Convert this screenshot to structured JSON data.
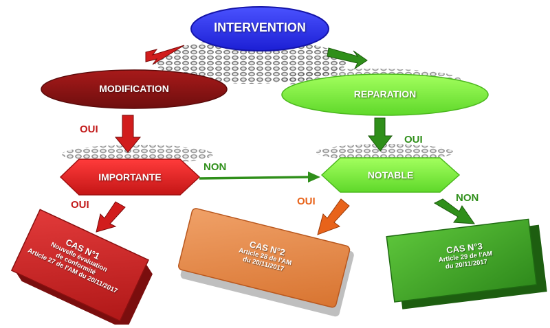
{
  "nodes": {
    "intervention": {
      "label": "INTERVENTION"
    },
    "modification": {
      "label": "MODIFICATION"
    },
    "reparation": {
      "label": "REPARATION"
    },
    "importante": {
      "label": "IMPORTANTE"
    },
    "notable": {
      "label": "NOTABLE"
    }
  },
  "edges": {
    "modification_importante": "OUI",
    "reparation_notable": "OUI",
    "importante_notable": "NON",
    "importante_cas1": "OUI",
    "notable_cas2": "OUI",
    "notable_cas3": "NON"
  },
  "cases": {
    "cas1": {
      "title": "CAS N°1",
      "lines": [
        "Nouvelle évaluation",
        "de conformité",
        "Article 27 de l'AM du 20/11/2017"
      ]
    },
    "cas2": {
      "title": "CAS N°2",
      "lines": [
        "Article 28 de l'AM",
        "du 20/11/2017"
      ]
    },
    "cas3": {
      "title": "CAS N°3",
      "lines": [
        "Article 29 de l'AM",
        "du 20/11/2017"
      ]
    }
  },
  "colors": {
    "blue": "#2a2ff0",
    "dark_red": "#8a1414",
    "red": "#e02424",
    "light_green": "#7cf23a",
    "green": "#2f8f1a",
    "orange": "#e8631a",
    "case1": "#d42a2a",
    "case2": "#e88a48",
    "case3": "#3fa52a"
  }
}
